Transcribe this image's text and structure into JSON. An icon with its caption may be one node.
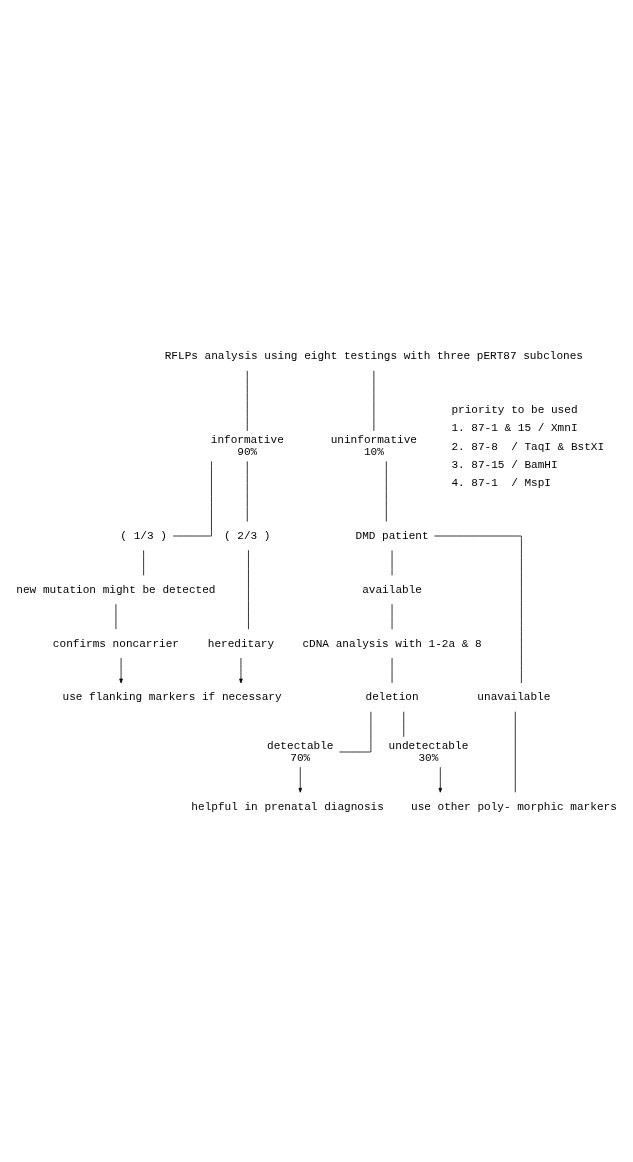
{
  "diagram": {
    "nodes": [
      {
        "text": [
          "RFLPs analysis using eight testings with three pERT87 subclones"
        ]
      },
      {
        "text": [
          "informative",
          "90%"
        ]
      },
      {
        "text": [
          "uninformative",
          "10%"
        ]
      },
      {
        "text": [
          "DMD patient"
        ]
      },
      {
        "text": [
          "( 1/3 )"
        ]
      },
      {
        "text": [
          "( 2/3 )"
        ]
      },
      {
        "text": [
          "available"
        ]
      },
      {
        "text": [
          "unavailable"
        ]
      },
      {
        "text": [
          "new mutation might be detected"
        ]
      },
      {
        "text": [
          "hereditary"
        ]
      },
      {
        "text": [
          "cDNA analysis with 1-2a & 8"
        ]
      },
      {
        "text": [
          "use other poly- morphic markers"
        ]
      },
      {
        "text": [
          "confirms noncarrier"
        ]
      },
      {
        "text": [
          "deletion"
        ]
      },
      {
        "text": [
          "detectable",
          "70%"
        ]
      },
      {
        "text": [
          "undetectable",
          "30%"
        ]
      },
      {
        "text": [
          "use flanking markers if necessary"
        ]
      },
      {
        "text": [
          "helpful in prenatal diagnosis"
        ]
      }
    ],
    "edges": [
      {
        "from": 0,
        "to": 1,
        "arrow": "none"
      },
      {
        "from": 0,
        "to": 2,
        "arrow": "none"
      },
      {
        "from": 2,
        "to": 3,
        "arrow": "none"
      },
      {
        "from": 1,
        "to": 4,
        "arrow": "none"
      },
      {
        "from": 1,
        "to": 5,
        "arrow": "none"
      },
      {
        "from": 3,
        "to": 6,
        "arrow": "none"
      },
      {
        "from": 3,
        "to": 7,
        "arrow": "none"
      },
      {
        "from": 4,
        "to": 8,
        "arrow": "none"
      },
      {
        "from": 5,
        "to": 9,
        "arrow": "none"
      },
      {
        "from": 6,
        "to": 10,
        "arrow": "none"
      },
      {
        "from": 7,
        "to": 11,
        "arrow": "none"
      },
      {
        "from": 8,
        "to": 12,
        "arrow": "none"
      },
      {
        "from": 10,
        "to": 13,
        "arrow": "none"
      },
      {
        "from": 13,
        "to": 14,
        "arrow": "none"
      },
      {
        "from": 13,
        "to": 15,
        "arrow": "none"
      },
      {
        "from": 12,
        "to": 16,
        "arrow": "to"
      },
      {
        "from": 9,
        "to": 16,
        "arrow": "to"
      },
      {
        "from": 14,
        "to": 17,
        "arrow": "to"
      },
      {
        "from": 15,
        "to": 11,
        "arrow": "to"
      }
    ],
    "labels": [
      "priority to be used",
      "1. 87-1 & 15 / XmnI",
      "2. 87-8  / TaqI & BstXI",
      "3. 87-15 / BamHI",
      "4. 87-1  / MspI"
    ]
  }
}
